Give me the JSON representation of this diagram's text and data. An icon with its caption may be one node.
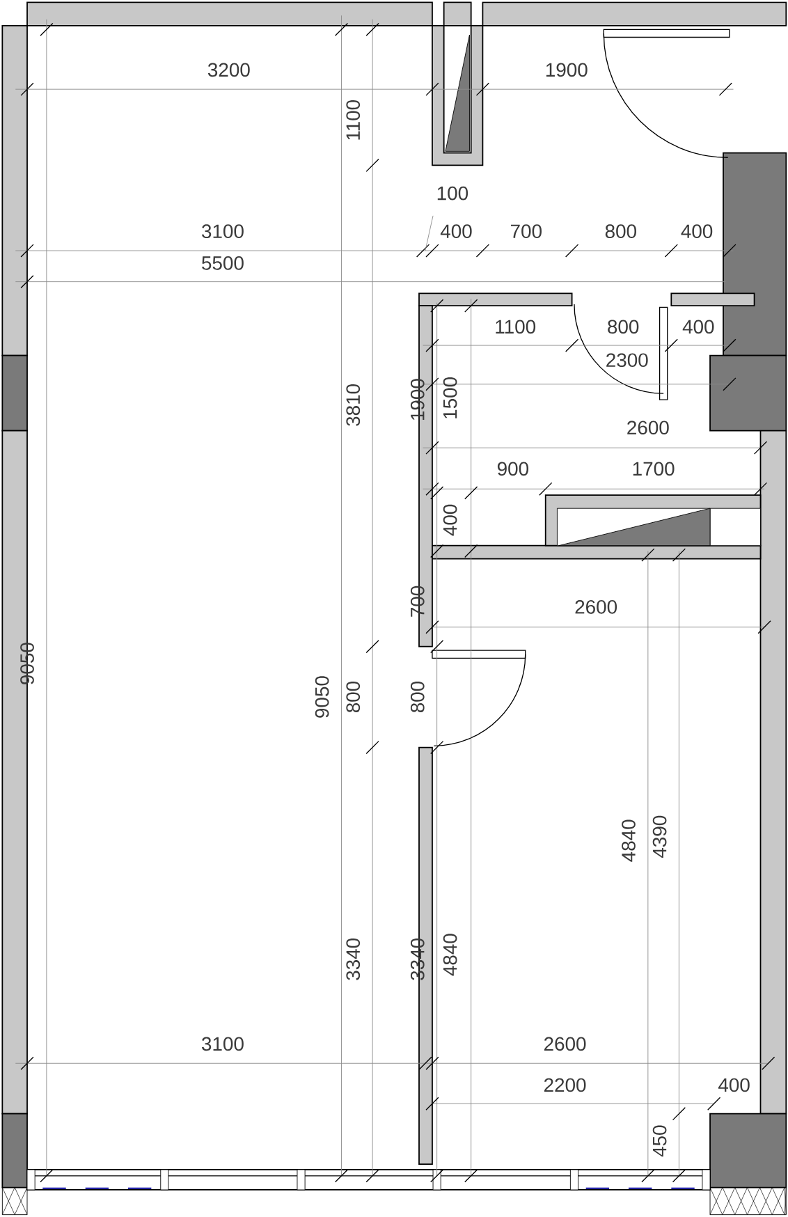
{
  "diagram": {
    "labels": [
      "3200",
      "1900",
      "1100",
      "100",
      "3100",
      "400",
      "700",
      "800",
      "400",
      "5500",
      "1100",
      "800",
      "400",
      "2300",
      "3810",
      "1900",
      "1500",
      "2600",
      "900",
      "1700",
      "400",
      "700",
      "2600",
      "9050",
      "9050",
      "800",
      "800",
      "4840",
      "4390",
      "3340",
      "3340",
      "4840",
      "3100",
      "2600",
      "2200",
      "400",
      "450"
    ]
  }
}
